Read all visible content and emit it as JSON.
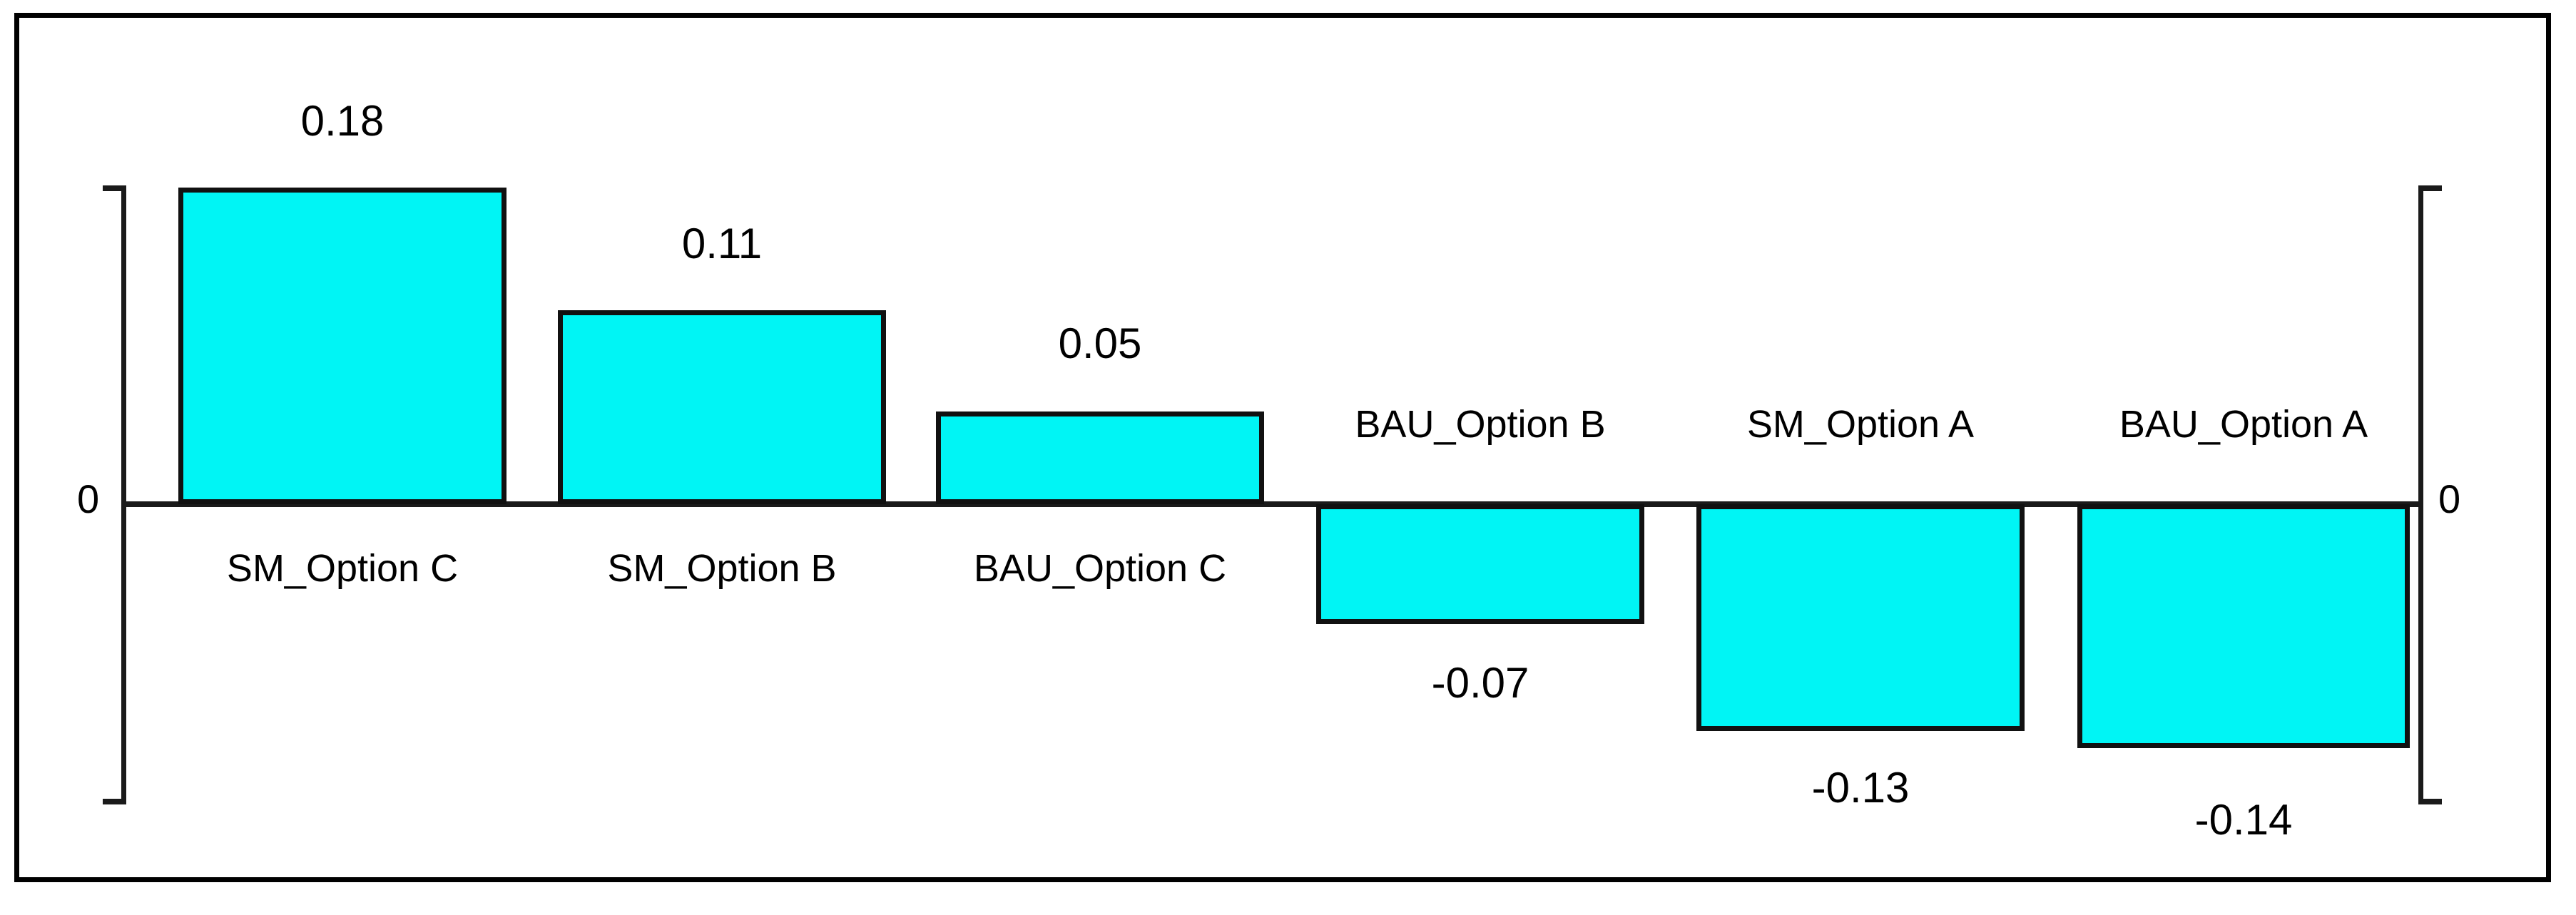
{
  "chart_data": {
    "type": "bar",
    "title": "",
    "subtitle": "",
    "xlabel": "",
    "ylabel": "",
    "grid": false,
    "legend": null,
    "orientation": "vertical",
    "baseline_value": 0,
    "ylim": [
      -0.175,
      0.18
    ],
    "categories": [
      "SM_Option C",
      "SM_Option B",
      "BAU_Option C",
      "BAU_Option B",
      "SM_Option A",
      "BAU_Option A"
    ],
    "values": [
      0.18,
      0.11,
      0.05,
      -0.07,
      -0.13,
      -0.14
    ],
    "data_labels": [
      "0.18",
      "0.11",
      "0.05",
      "-0.07",
      "-0.13",
      "-0.14"
    ],
    "bar_color": "#00f5f5",
    "bar_edge_color": "#111111",
    "annotations": []
  },
  "axis": {
    "zero_label_left": "0",
    "zero_label_right": "0"
  },
  "bars": [
    {
      "category": "SM_Option C",
      "value": 0.18,
      "label": "0.18",
      "sign": "positive"
    },
    {
      "category": "SM_Option B",
      "value": 0.11,
      "label": "0.11",
      "sign": "positive"
    },
    {
      "category": "BAU_Option C",
      "value": 0.05,
      "label": "0.05",
      "sign": "positive"
    },
    {
      "category": "BAU_Option B",
      "value": -0.07,
      "label": "-0.07",
      "sign": "negative"
    },
    {
      "category": "SM_Option A",
      "value": -0.13,
      "label": "-0.13",
      "sign": "negative"
    },
    {
      "category": "BAU_Option A",
      "value": -0.14,
      "label": "-0.14",
      "sign": "negative"
    }
  ],
  "colors": {
    "bar_fill": "#00f5f5",
    "bar_edge": "#111111",
    "frame": "#000000",
    "axis": "#1a1a1a",
    "background": "#ffffff",
    "text": "#000000"
  }
}
